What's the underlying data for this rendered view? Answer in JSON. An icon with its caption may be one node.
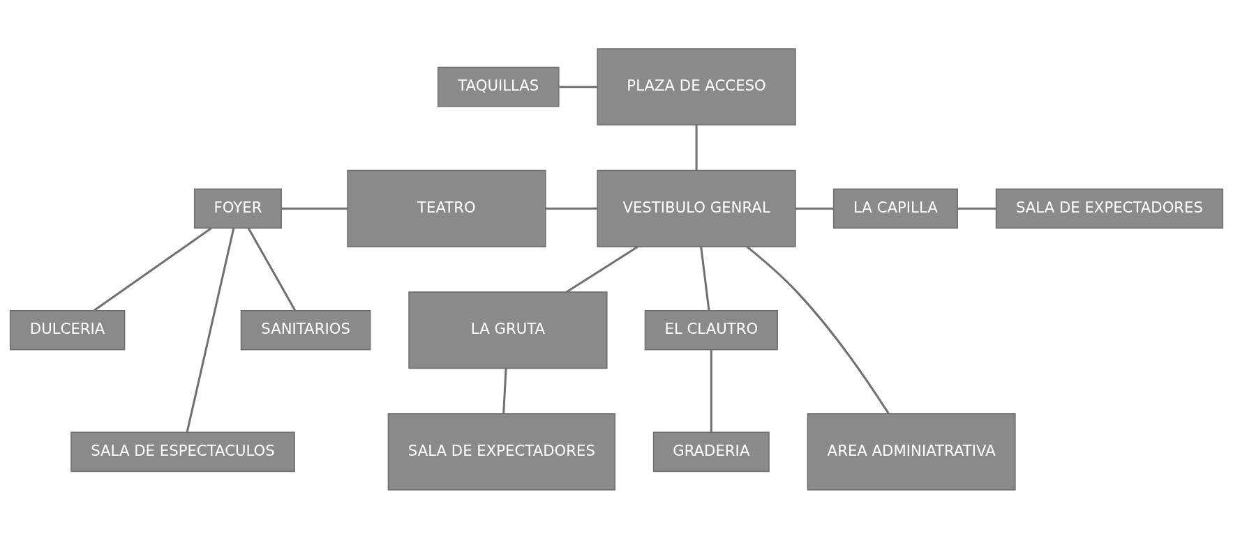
{
  "diagram": {
    "nodes": [
      {
        "text": [
          "TAQUILLAS"
        ]
      },
      {
        "text": [
          "PLAZA DE ACCESO"
        ]
      },
      {
        "text": [
          "FOYER"
        ]
      },
      {
        "text": [
          "TEATRO"
        ]
      },
      {
        "text": [
          "VESTIBULO GENRAL"
        ]
      },
      {
        "text": [
          "LA CAPILLA"
        ]
      },
      {
        "text": [
          "SALA DE EXPECTADORES"
        ]
      },
      {
        "text": [
          "DULCERIA"
        ]
      },
      {
        "text": [
          "LA GRUTA"
        ]
      },
      {
        "text": [
          "EL CLAUTRO"
        ]
      },
      {
        "text": [
          "SALA DE ESPECTACULOS"
        ]
      },
      {
        "text": [
          "SALA DE EXPECTADORES"
        ]
      },
      {
        "text": [
          "AREA ADMINIATRATIVA"
        ]
      },
      {
        "text": [
          "GRADERIA"
        ]
      },
      {
        "text": [
          "SANITARIOS"
        ]
      }
    ],
    "edges": [
      {
        "from": 0,
        "to": 1,
        "arrow": "none"
      },
      {
        "from": 1,
        "to": 4,
        "arrow": "none"
      },
      {
        "from": 2,
        "to": 3,
        "arrow": "none"
      },
      {
        "from": 3,
        "to": 4,
        "arrow": "none"
      },
      {
        "from": 4,
        "to": 5,
        "arrow": "none"
      },
      {
        "from": 5,
        "to": 6,
        "arrow": "none"
      },
      {
        "from": 4,
        "to": 8,
        "arrow": "none"
      },
      {
        "from": 4,
        "to": 9,
        "arrow": "none"
      },
      {
        "from": 8,
        "to": 11,
        "arrow": "none"
      },
      {
        "from": 4,
        "to": 12,
        "arrow": "none"
      },
      {
        "from": 9,
        "to": 13,
        "arrow": "none"
      },
      {
        "from": 2,
        "to": 7,
        "arrow": "none"
      },
      {
        "from": 2,
        "to": 10,
        "arrow": "none"
      },
      {
        "from": 2,
        "to": 14,
        "arrow": "none"
      }
    ]
  }
}
